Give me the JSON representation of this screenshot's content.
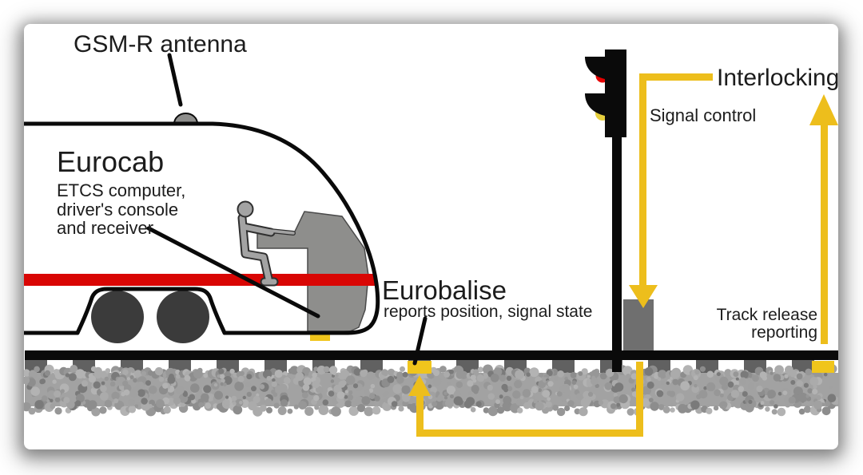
{
  "labels": {
    "gsmr_antenna": "GSM-R antenna",
    "eurocab": {
      "title": "Eurocab",
      "desc": [
        "ETCS computer,",
        "driver's console",
        "and receiver"
      ]
    },
    "eurobalise": {
      "title": "Eurobalise",
      "desc": "reports position, signal state"
    },
    "signal_control": "Signal control",
    "interlocking": "Interlocking",
    "track_release": [
      "Track release",
      "reporting"
    ]
  },
  "colors": {
    "connection_yellow": "#edbe1c",
    "device_yellow": "#f0c51c",
    "stripe_red": "#d90604",
    "signal_red": "#e60000",
    "signal_yellow": "#e6cf3e",
    "outline_black": "#0a0a0a",
    "equipment_gray": "#8e8e8c",
    "driver_gray": "#a3a3a3",
    "leu_gray": "#6f6f6f",
    "wheel_gray": "#3b3b3b",
    "tie_gray": "#616161",
    "ballast_gray": "#a2a2a2",
    "antenna_gray": "#8e8e8c",
    "text_color": "#1c1c1c"
  }
}
